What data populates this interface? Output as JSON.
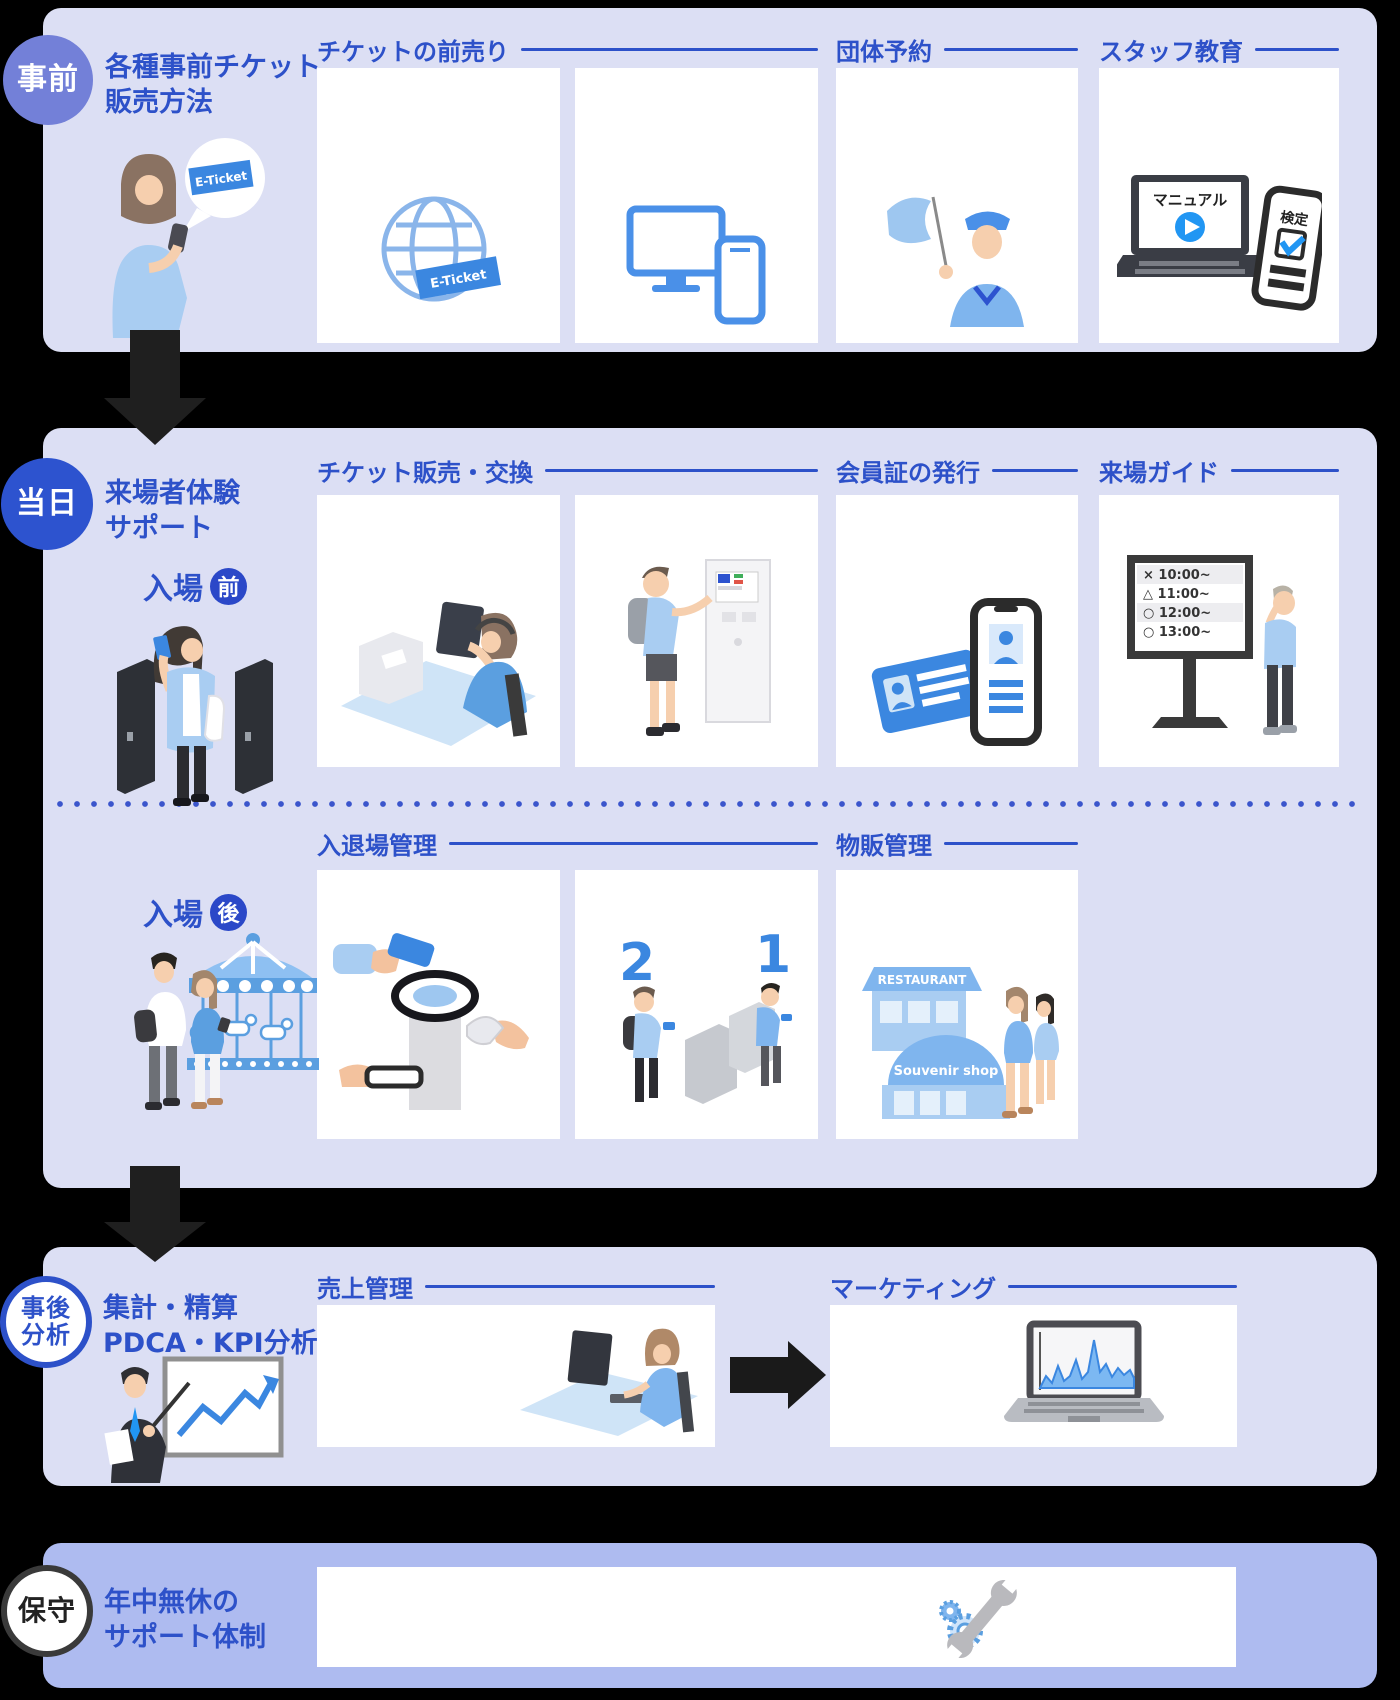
{
  "colors": {
    "page_bg": "#000000",
    "section_bg": "#dcdff4",
    "section_bg_dark": "#aebbf0",
    "accent_blue": "#2d51c9",
    "badge_pre": "#7380d8",
    "badge_day": "#2d53cf",
    "chip_blue": "#2b48c8",
    "dot_blue": "#3b55cc",
    "icon_blue": "#3b87e0",
    "light_blue": "#a9cdf2",
    "arrow_black": "#1a1a1a"
  },
  "sections": {
    "pre": {
      "badge": "事前",
      "title_line1": "各種事前チケット",
      "title_line2": "販売方法",
      "bubble_tag": "E-Ticket",
      "globe_tag": "E-Ticket",
      "manual_label": "マニュアル",
      "exam_label": "検定",
      "groups": {
        "presale": "チケットの前売り",
        "group_booking": "団体予約",
        "staff_training": "スタッフ教育"
      }
    },
    "day": {
      "badge": "当日",
      "title_line1": "来場者体験",
      "title_line2": "サポート",
      "entry_before_label": "入場",
      "entry_before_chip": "前",
      "entry_after_label": "入場",
      "entry_after_chip": "後",
      "groups": {
        "ticket_sales": "チケット販売・交換",
        "membership": "会員証の発行",
        "visit_guide": "来場ガイド",
        "entry_exit": "入退場管理",
        "merchandise": "物販管理"
      },
      "schedule_rows": [
        "× 10:00~",
        "△ 11:00~",
        "○ 12:00~",
        "○ 13:00~"
      ],
      "count_left": "2",
      "count_right": "1",
      "restaurant_sign": "RESTAURANT",
      "souvenir_sign": "Souvenir shop"
    },
    "post": {
      "badge_line1": "事後",
      "badge_line2": "分析",
      "title_line1": "集計・精算",
      "title_line2": "PDCA・KPI分析",
      "groups": {
        "sales_mgmt": "売上管理",
        "marketing": "マーケティング"
      }
    },
    "support": {
      "badge": "保守",
      "title_line1": "年中無休の",
      "title_line2": "サポート体制"
    }
  }
}
